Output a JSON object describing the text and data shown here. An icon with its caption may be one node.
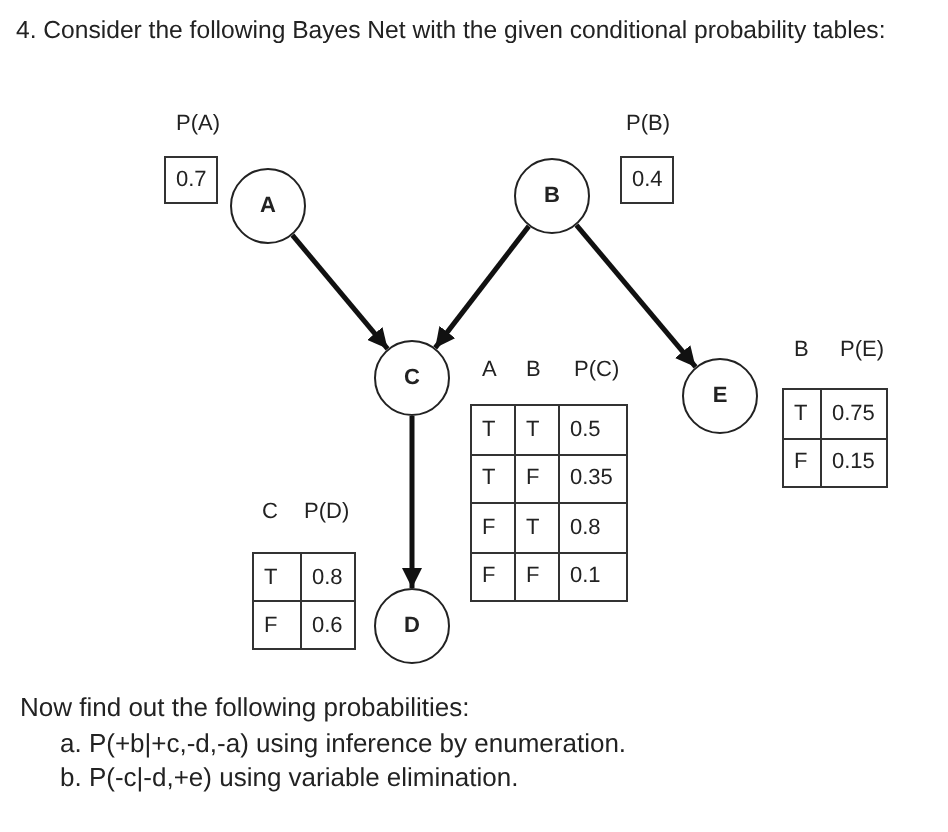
{
  "diagram": {
    "title": "4. Consider the following Bayes Net with the given conditional probability tables:",
    "nodes": [
      {
        "text": [
          "A"
        ]
      },
      {
        "text": [
          "B"
        ]
      },
      {
        "text": [
          "C"
        ]
      },
      {
        "text": [
          "E"
        ]
      },
      {
        "text": [
          "D"
        ]
      }
    ],
    "edges": [
      {
        "from": 0,
        "to": 2,
        "arrow": "to"
      },
      {
        "from": 1,
        "to": 2,
        "arrow": "to"
      },
      {
        "from": 1,
        "to": 3,
        "arrow": "to"
      },
      {
        "from": 2,
        "to": 4,
        "arrow": "to"
      }
    ],
    "labels": [
      "P(A)",
      "0.7",
      "P(B)",
      "0.4",
      "A",
      "B",
      "P(C)",
      "T",
      "T",
      "0.5",
      "T",
      "F",
      "0.35",
      "F",
      "T",
      "0.8",
      "F",
      "F",
      "0.1",
      "B",
      "P(E)",
      "T",
      "0.75",
      "F",
      "0.15",
      "C",
      "P(D)",
      "T",
      "0.8",
      "F",
      "0.6",
      "Now find out the following probabilities:",
      "a. P(+b|+c,-d,-a) using inference by enumeration.",
      "b. P(-c|-d,+e) using variable elimination."
    ]
  }
}
